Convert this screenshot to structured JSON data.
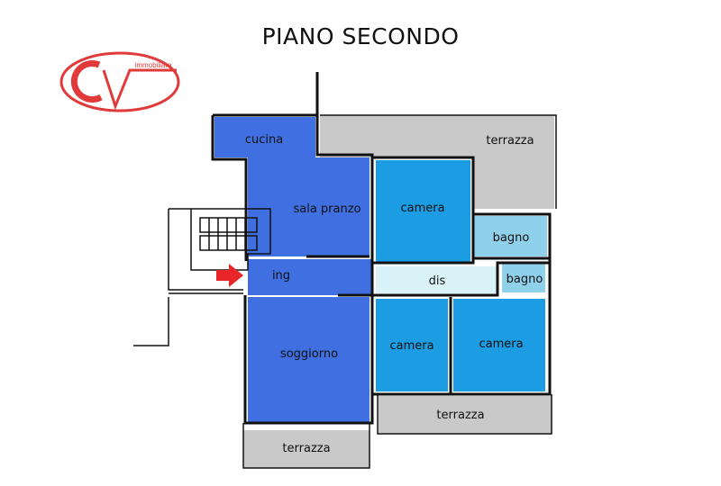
{
  "title": "PIANO SECONDO",
  "logo": {
    "letters": "CV",
    "tagline": "immobiliare",
    "color": "#e03a3a"
  },
  "colors": {
    "living": "#3f6fe0",
    "camera": "#1c9ce2",
    "bagno": "#8fd0ea",
    "dis": "#d9f3f8",
    "terrazza": "#c9c9c9",
    "entry_arrow": "#e8262a"
  },
  "rooms": {
    "cucina": "cucina",
    "sala_pranzo": "sala pranzo",
    "ing": "ing",
    "soggiorno": "soggiorno",
    "camera_top": "camera",
    "bagno_top": "bagno",
    "dis": "dis",
    "bagno_small": "bagno",
    "camera_bottom_left": "camera",
    "camera_bottom_right": "camera",
    "terrazza_top": "terrazza",
    "terrazza_right": "terrazza",
    "terrazza_bottom": "terrazza"
  }
}
